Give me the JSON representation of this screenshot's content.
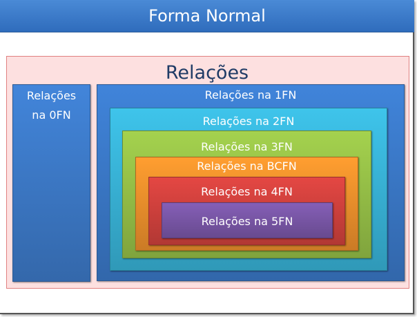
{
  "title": "Forma Normal",
  "outer": {
    "label": "Relações",
    "color": "#fde0e0"
  },
  "zero": {
    "line1": "Relações",
    "line2": "na 0FN",
    "color": "#3f7fd0"
  },
  "levels": [
    {
      "label": "Relações na 1FN",
      "color": "#3d7ed0"
    },
    {
      "label": "Relações na 2FN",
      "color": "#3bbbe0"
    },
    {
      "label": "Relações na 3FN",
      "color": "#9cc84a"
    },
    {
      "label": "Relações na BCFN",
      "color": "#f7962e"
    },
    {
      "label": "Relações na 4FN",
      "color": "#d94440"
    },
    {
      "label": "Relações na 5FN",
      "color": "#7f5aae"
    }
  ]
}
